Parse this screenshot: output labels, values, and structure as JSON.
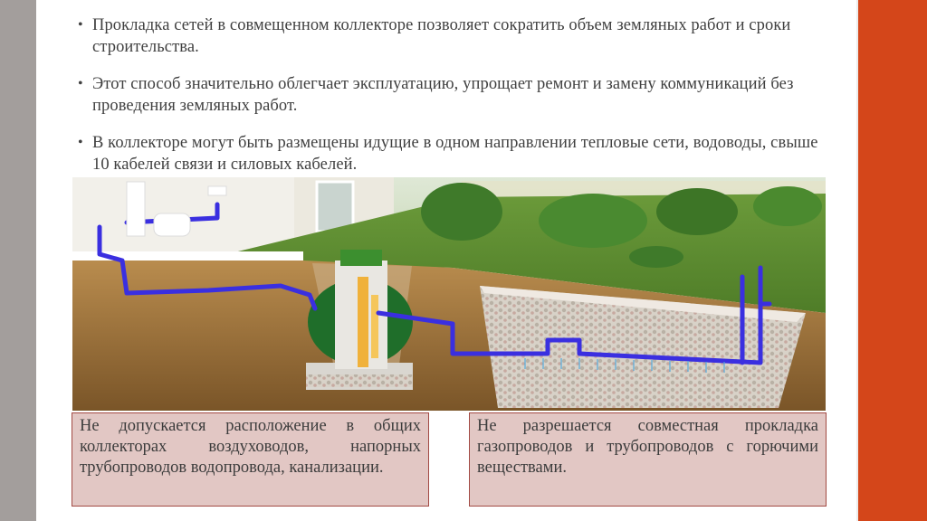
{
  "bullets": [
    "Прокладка сетей в совмещенном коллекторе позволяет сократить объем земляных работ и сроки строительства.",
    "Этот способ значительно облегчает эксплуатацию, упрощает ремонт и замену коммуникаций без проведения земляных работ.",
    "В коллекторе могут быть размещены идущие в одном направлении тепловые сети, водоводы, свыше 10 кабелей связи и силовых кабелей."
  ],
  "bullet_glyph": "•",
  "notes": {
    "left": "Не допускается расположение в общих коллекторах воздуховодов, напорных трубопроводов водопровода, канализации.",
    "right": "Не разрешается совместная прокладка газопроводов и трубопроводов с горючими веществами."
  },
  "colors": {
    "accent_bar": "#d4461a",
    "left_bar": "#a39e9c",
    "note_fill": "#e2c7c4",
    "note_border": "#a24a44",
    "pipe": "#3a2fe0"
  }
}
